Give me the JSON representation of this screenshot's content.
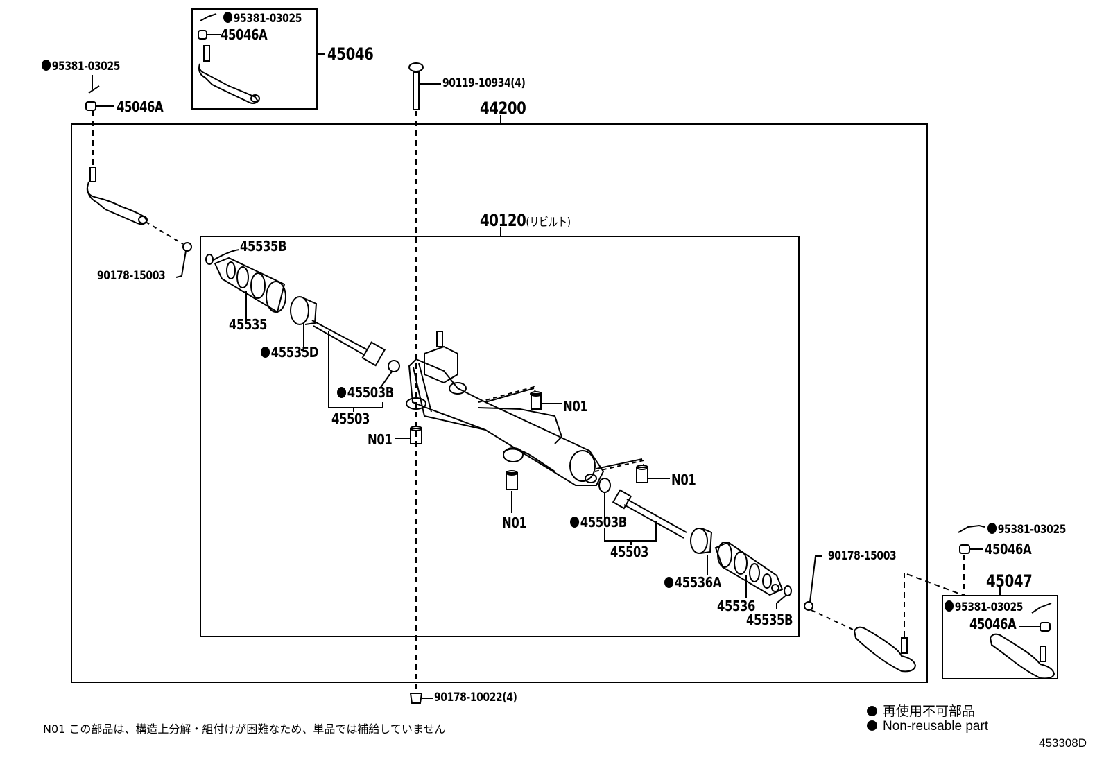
{
  "diagram": {
    "title": "Power steering gear & link assembly parts diagram",
    "figure_id": "453308D",
    "assemblies": {
      "outer": {
        "part_no": "44200"
      },
      "inner": {
        "part_no": "40120",
        "note": "(リビルト)"
      },
      "tie_rod_end_lh": {
        "part_no": "45046"
      },
      "tie_rod_end_rh": {
        "part_no": "45047"
      }
    },
    "callouts": {
      "top_lh_pin": "95381-03025",
      "top_lh_nut": "45046A",
      "box45046_pin": "95381-03025",
      "box45046_nut": "45046A",
      "bolt_top": "90119-10934(4)",
      "nut_lh_rack": "90178-15003",
      "clip_lh": "45535B",
      "boot_lh": "45535",
      "clamp_lh": "45535D",
      "washer_lh": "45503B",
      "rod_lh": "45503",
      "bush_lh": "N01",
      "bush_top_right": "N01",
      "bush_bottom": "N01",
      "bush_right": "N01",
      "washer_rh": "45503B",
      "rod_rh": "45503",
      "clamp_rh": "45536A",
      "boot_rh": "45536",
      "clip_rh": "45535B",
      "nut_rh_rack": "90178-15003",
      "right_pin": "95381-03025",
      "right_nut": "45046A",
      "box45047_pin": "95381-03025",
      "box45047_nut": "45046A",
      "nut_bottom": "90178-10022(4)"
    },
    "footnote": "N01 この部品は、構造上分解・組付けが困難なため、単品では補給していません",
    "legend": {
      "jp": "再使用不可部品",
      "en": "Non-reusable part",
      "marker": "filled-circle",
      "marker_color": "#000000"
    }
  }
}
